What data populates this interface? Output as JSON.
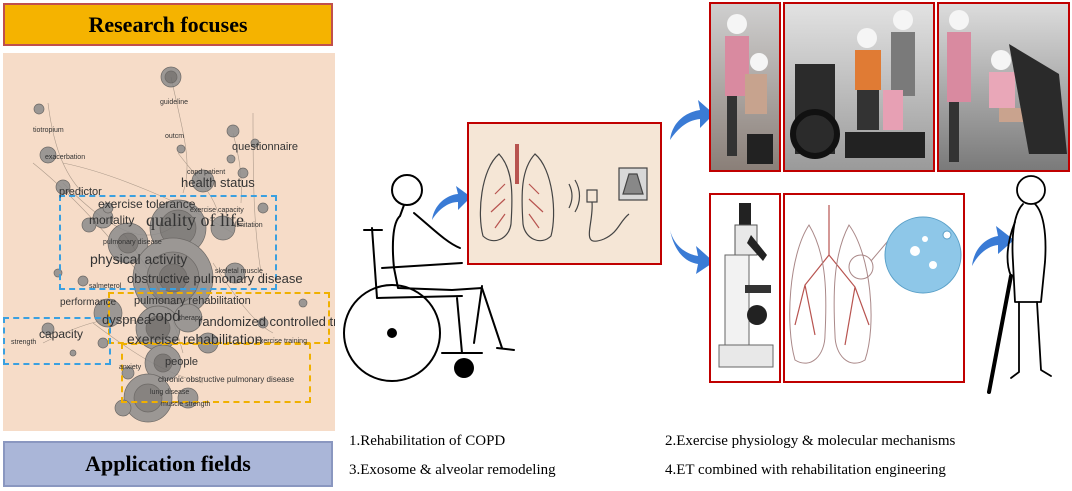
{
  "banners": {
    "top": "Research focuses",
    "bottom": "Application fields"
  },
  "keywords": {
    "tiotropium": "tiotropium",
    "exacerbation": "exacerbation",
    "guideline": "guideline",
    "outcm": "outcm",
    "questionnaire": "questionnaire",
    "copd_patient": "copd patient",
    "health_status": "health status",
    "predictor": "predictor",
    "exercise_tolerance": "exercise tolerance",
    "exercise_capacity": "exercise capacity",
    "mortality": "mortality",
    "quality_of_life": "quality of life",
    "limitation": "limitation",
    "pulmonary_disease": "pulmonary disease",
    "physical_activity": "physical activity",
    "skeletal_muscle": "skeletal muscle",
    "obstructive_pulmonary_disease": "obstructive pulmonary disease",
    "salmeterol": "salmeterol",
    "performance": "performance",
    "pulmonary_rehabilitation": "pulmonary rehabilitation",
    "copd": "copd",
    "dyspnea": "dyspnea",
    "therapy": "therapy",
    "randomized_controlled_trial": "randomized controlled trial",
    "capacity": "capacity",
    "strength": "strength",
    "exercise_rehabilitation": "exercise rehabilitation",
    "exercise_training": "exercise training",
    "people": "people",
    "anxiety": "anxiety",
    "chronic_obstructive_pulmonary_disease": "chronic obstructive pulmonary disease",
    "lung_disease": "lung disease",
    "muscle_strength": "muscle strength"
  },
  "legend": {
    "item1": "1.Rehabilitation  of COPD",
    "item2": "2.Exercise physiology  & molecular mechanisms",
    "item3": "3.Exosome & alveolar remodeling",
    "item4": "4.ET combined with rehabilitation engineering"
  },
  "colors": {
    "top_banner": "#f5b300",
    "bottom_banner": "#aab6d8",
    "map_background": "#f6dcc8",
    "frame_red": "#c00000",
    "arrow_blue": "#3a7bd5",
    "box_blue": "#3aa0e0",
    "box_orange": "#f0b000"
  }
}
